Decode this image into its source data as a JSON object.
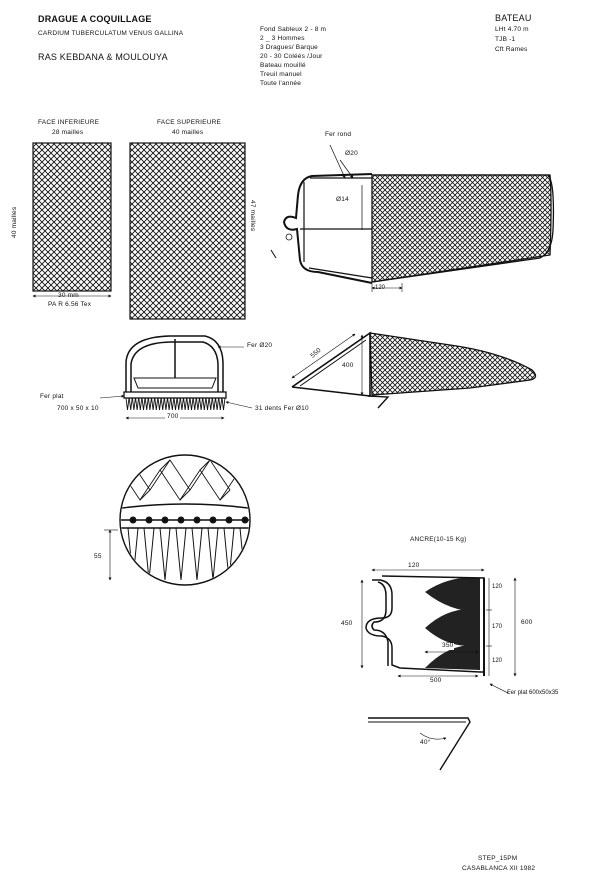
{
  "header": {
    "title": "DRAGUE A COQUILLAGE",
    "species": "CARDIUM TUBERCULATUM VENUS GALLINA",
    "location": "RAS KEBDANA & MOULOUYA",
    "ops": [
      "Fond Sableux  2 - 8 m",
      "2 _ 3 Hommes",
      "3 Dragues/ Barque",
      "20 - 30 Coléés /Jour",
      "Bateau mouillé",
      "Treuil manuel",
      "Toute l'année"
    ],
    "boat_title": "BATEAU",
    "boat": [
      "LHt  4.70 m",
      "TJB  -1",
      "Cft  Rames"
    ]
  },
  "nets": {
    "inf_title": "FACE INFERIEURE",
    "inf_width": "28 mailles",
    "inf_height": "40 mailles",
    "inf_mesh": "30 mm",
    "inf_material": "PA R 6.56 Tex",
    "sup_title": "FACE  SUPERIEURE",
    "sup_width": "40 mailles",
    "sup_height": "47 mailles"
  },
  "dredge_side": {
    "rod_label": "Fer rond",
    "rod_diam": "Ø20",
    "inner_diam": "Ø14",
    "frame_len": "120"
  },
  "front_view": {
    "rod_label": "Fer Ø20",
    "flat_label": "Fer plat",
    "flat_dims": "700 x 50 x 10",
    "teeth_label": "31 dents  Fer  Ø10",
    "width": "700"
  },
  "profile": {
    "len": "550",
    "height": "400"
  },
  "detail": {
    "tooth_len": "55"
  },
  "anchor": {
    "title": "ANCRE(10-15 Kg)",
    "top_width": "120",
    "height_left": "450",
    "height_right": "600",
    "seg_top": "120",
    "seg_mid": "170",
    "seg_bottom": "120",
    "inner_width": "350",
    "bottom_width": "500",
    "flat_label": "Fer plat  600x50x35",
    "angle": "40°"
  },
  "footer": {
    "code": "STEP_15PM",
    "place_date": "CASABLANCA   XII 1982"
  }
}
